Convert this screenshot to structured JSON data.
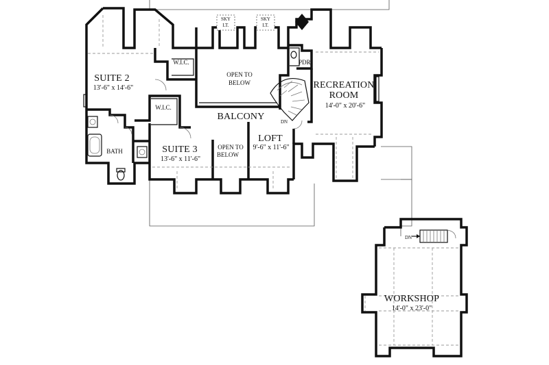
{
  "rooms": {
    "suite2": {
      "name": "SUITE 2",
      "dims": "13'-6\" x 14'-6\""
    },
    "suite3": {
      "name": "SUITE 3",
      "dims": "13'-6\" x 11'-6\""
    },
    "recreation": {
      "name1": "RECREATION",
      "name2": "ROOM",
      "dims": "14'-0\" x 20'-6\""
    },
    "loft": {
      "name": "LOFT",
      "dims": "9'-6\" x 11'-6\""
    },
    "workshop": {
      "name": "WORKSHOP",
      "dims": "14'-0\" x 23'-0\""
    },
    "open_to_below_main": {
      "line1": "OPEN TO",
      "line2": "BELOW"
    },
    "open_to_below_small": {
      "line1": "OPEN TO",
      "line2": "BELOW"
    },
    "balcony": "BALCONY",
    "bath": "BATH",
    "pdr": "PDR.",
    "wic1": "W.I.C.",
    "wic2": "W.I.C."
  },
  "skylights": [
    {
      "line1": "SKY",
      "line2": "LT."
    },
    {
      "line1": "SKY",
      "line2": "LT."
    }
  ],
  "stairs": {
    "main_dn": "DN",
    "workshop_dn": "DN"
  }
}
